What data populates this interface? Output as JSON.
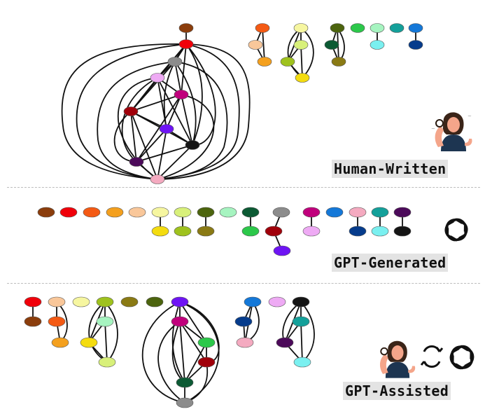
{
  "labels": {
    "human": "Human-Written",
    "gpt": "GPT-Generated",
    "assisted": "GPT-Assisted"
  },
  "colors": {
    "brown": "#8b3d0c",
    "red": "#f0000a",
    "orange_red": "#f45a14",
    "orange": "#f4a01e",
    "peach": "#f9c79a",
    "pale_yellow": "#f6f6a0",
    "yellow": "#f4dc10",
    "lime_pale": "#d8f07a",
    "lime": "#9fc21e",
    "olive": "#8a7a14",
    "dark_olive": "#4c640e",
    "mint": "#a6f4c0",
    "dark_green": "#0c5a34",
    "green": "#2cc84a",
    "gray": "#8c8c8c",
    "dark_red": "#a0000a",
    "violet": "#6e14f4",
    "magenta": "#c0007c",
    "lavender": "#eeaaf4",
    "blue": "#1478d8",
    "navy": "#063c8c",
    "pink": "#f4aac0",
    "teal": "#14a09a",
    "cyan": "#7af0f0",
    "purple": "#4c0a5a",
    "black": "#151515"
  },
  "icons": {
    "human": "person-thinking-icon",
    "gpt": "openai-logo-icon",
    "assisted": "person-with-openai-exchange-icon"
  }
}
